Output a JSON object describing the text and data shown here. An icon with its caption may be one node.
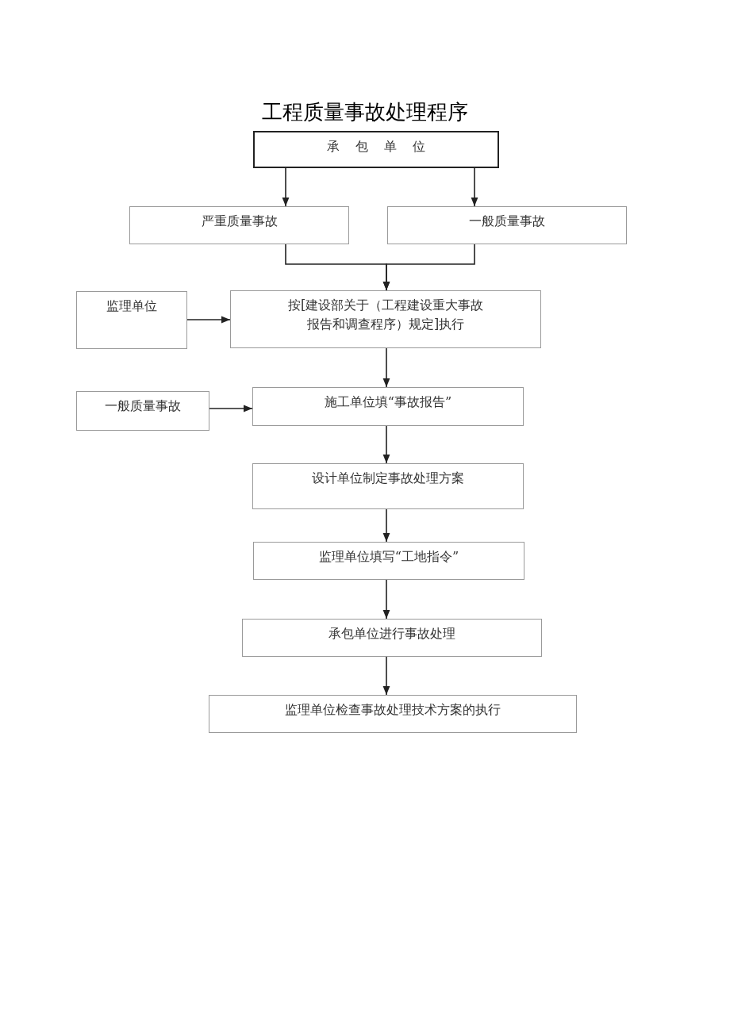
{
  "diagram": {
    "title": "工程质量事故处理程序",
    "nodes": [
      {
        "text": [
          "承包单位"
        ]
      },
      {
        "text": [
          "严重质量事故"
        ]
      },
      {
        "text": [
          "一般质量事故"
        ]
      },
      {
        "text": [
          "监理单位"
        ]
      },
      {
        "text": [
          "按[建设部关于（工程建设重大事故报告和调查程序）规定]执行"
        ]
      },
      {
        "text": [
          "一般质量事故"
        ]
      },
      {
        "text": [
          "施工单位填“事故报告”"
        ]
      },
      {
        "text": [
          "设计单位制定事故处理方案"
        ]
      },
      {
        "text": [
          "监理单位填写“工地指令”"
        ]
      },
      {
        "text": [
          "承包单位进行事故处理"
        ]
      },
      {
        "text": [
          "监理单位检查事故处理技术方案的执行"
        ]
      }
    ],
    "edges": [
      {
        "from": 0,
        "to": 1,
        "arrow": "to"
      },
      {
        "from": 0,
        "to": 2,
        "arrow": "to"
      },
      {
        "from": 1,
        "to": 4,
        "arrow": "to"
      },
      {
        "from": 2,
        "to": 4,
        "arrow": "to"
      },
      {
        "from": 3,
        "to": 4,
        "arrow": "to"
      },
      {
        "from": 4,
        "to": 6,
        "arrow": "to"
      },
      {
        "from": 5,
        "to": 6,
        "arrow": "to"
      },
      {
        "from": 6,
        "to": 7,
        "arrow": "to"
      },
      {
        "from": 7,
        "to": 8,
        "arrow": "to"
      },
      {
        "from": 8,
        "to": 9,
        "arrow": "to"
      },
      {
        "from": 9,
        "to": 10,
        "arrow": "to"
      }
    ]
  }
}
